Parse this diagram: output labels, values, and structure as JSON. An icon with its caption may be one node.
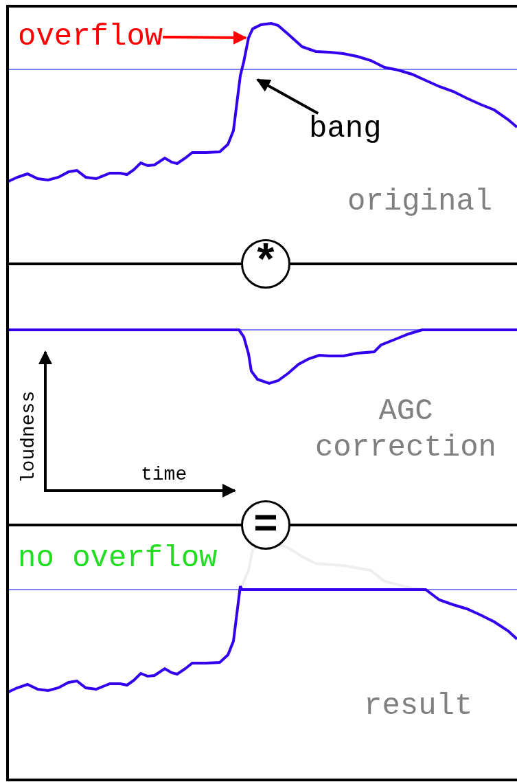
{
  "diagram": {
    "nodes": [
      {
        "text": [
          "overflow"
        ]
      },
      {
        "text": [
          "bang"
        ]
      },
      {
        "text": [
          "*"
        ]
      },
      {
        "text": [
          "="
        ]
      }
    ],
    "edges": [
      {
        "from": 0,
        "to": null,
        "arrow": "to",
        "color": "#ff0000"
      },
      {
        "from": 1,
        "to": null,
        "arrow": "to",
        "color": "#000000"
      }
    ],
    "labels": [
      "original",
      "AGC correction",
      "loudness",
      "time",
      "no overflow",
      "result"
    ]
  }
}
